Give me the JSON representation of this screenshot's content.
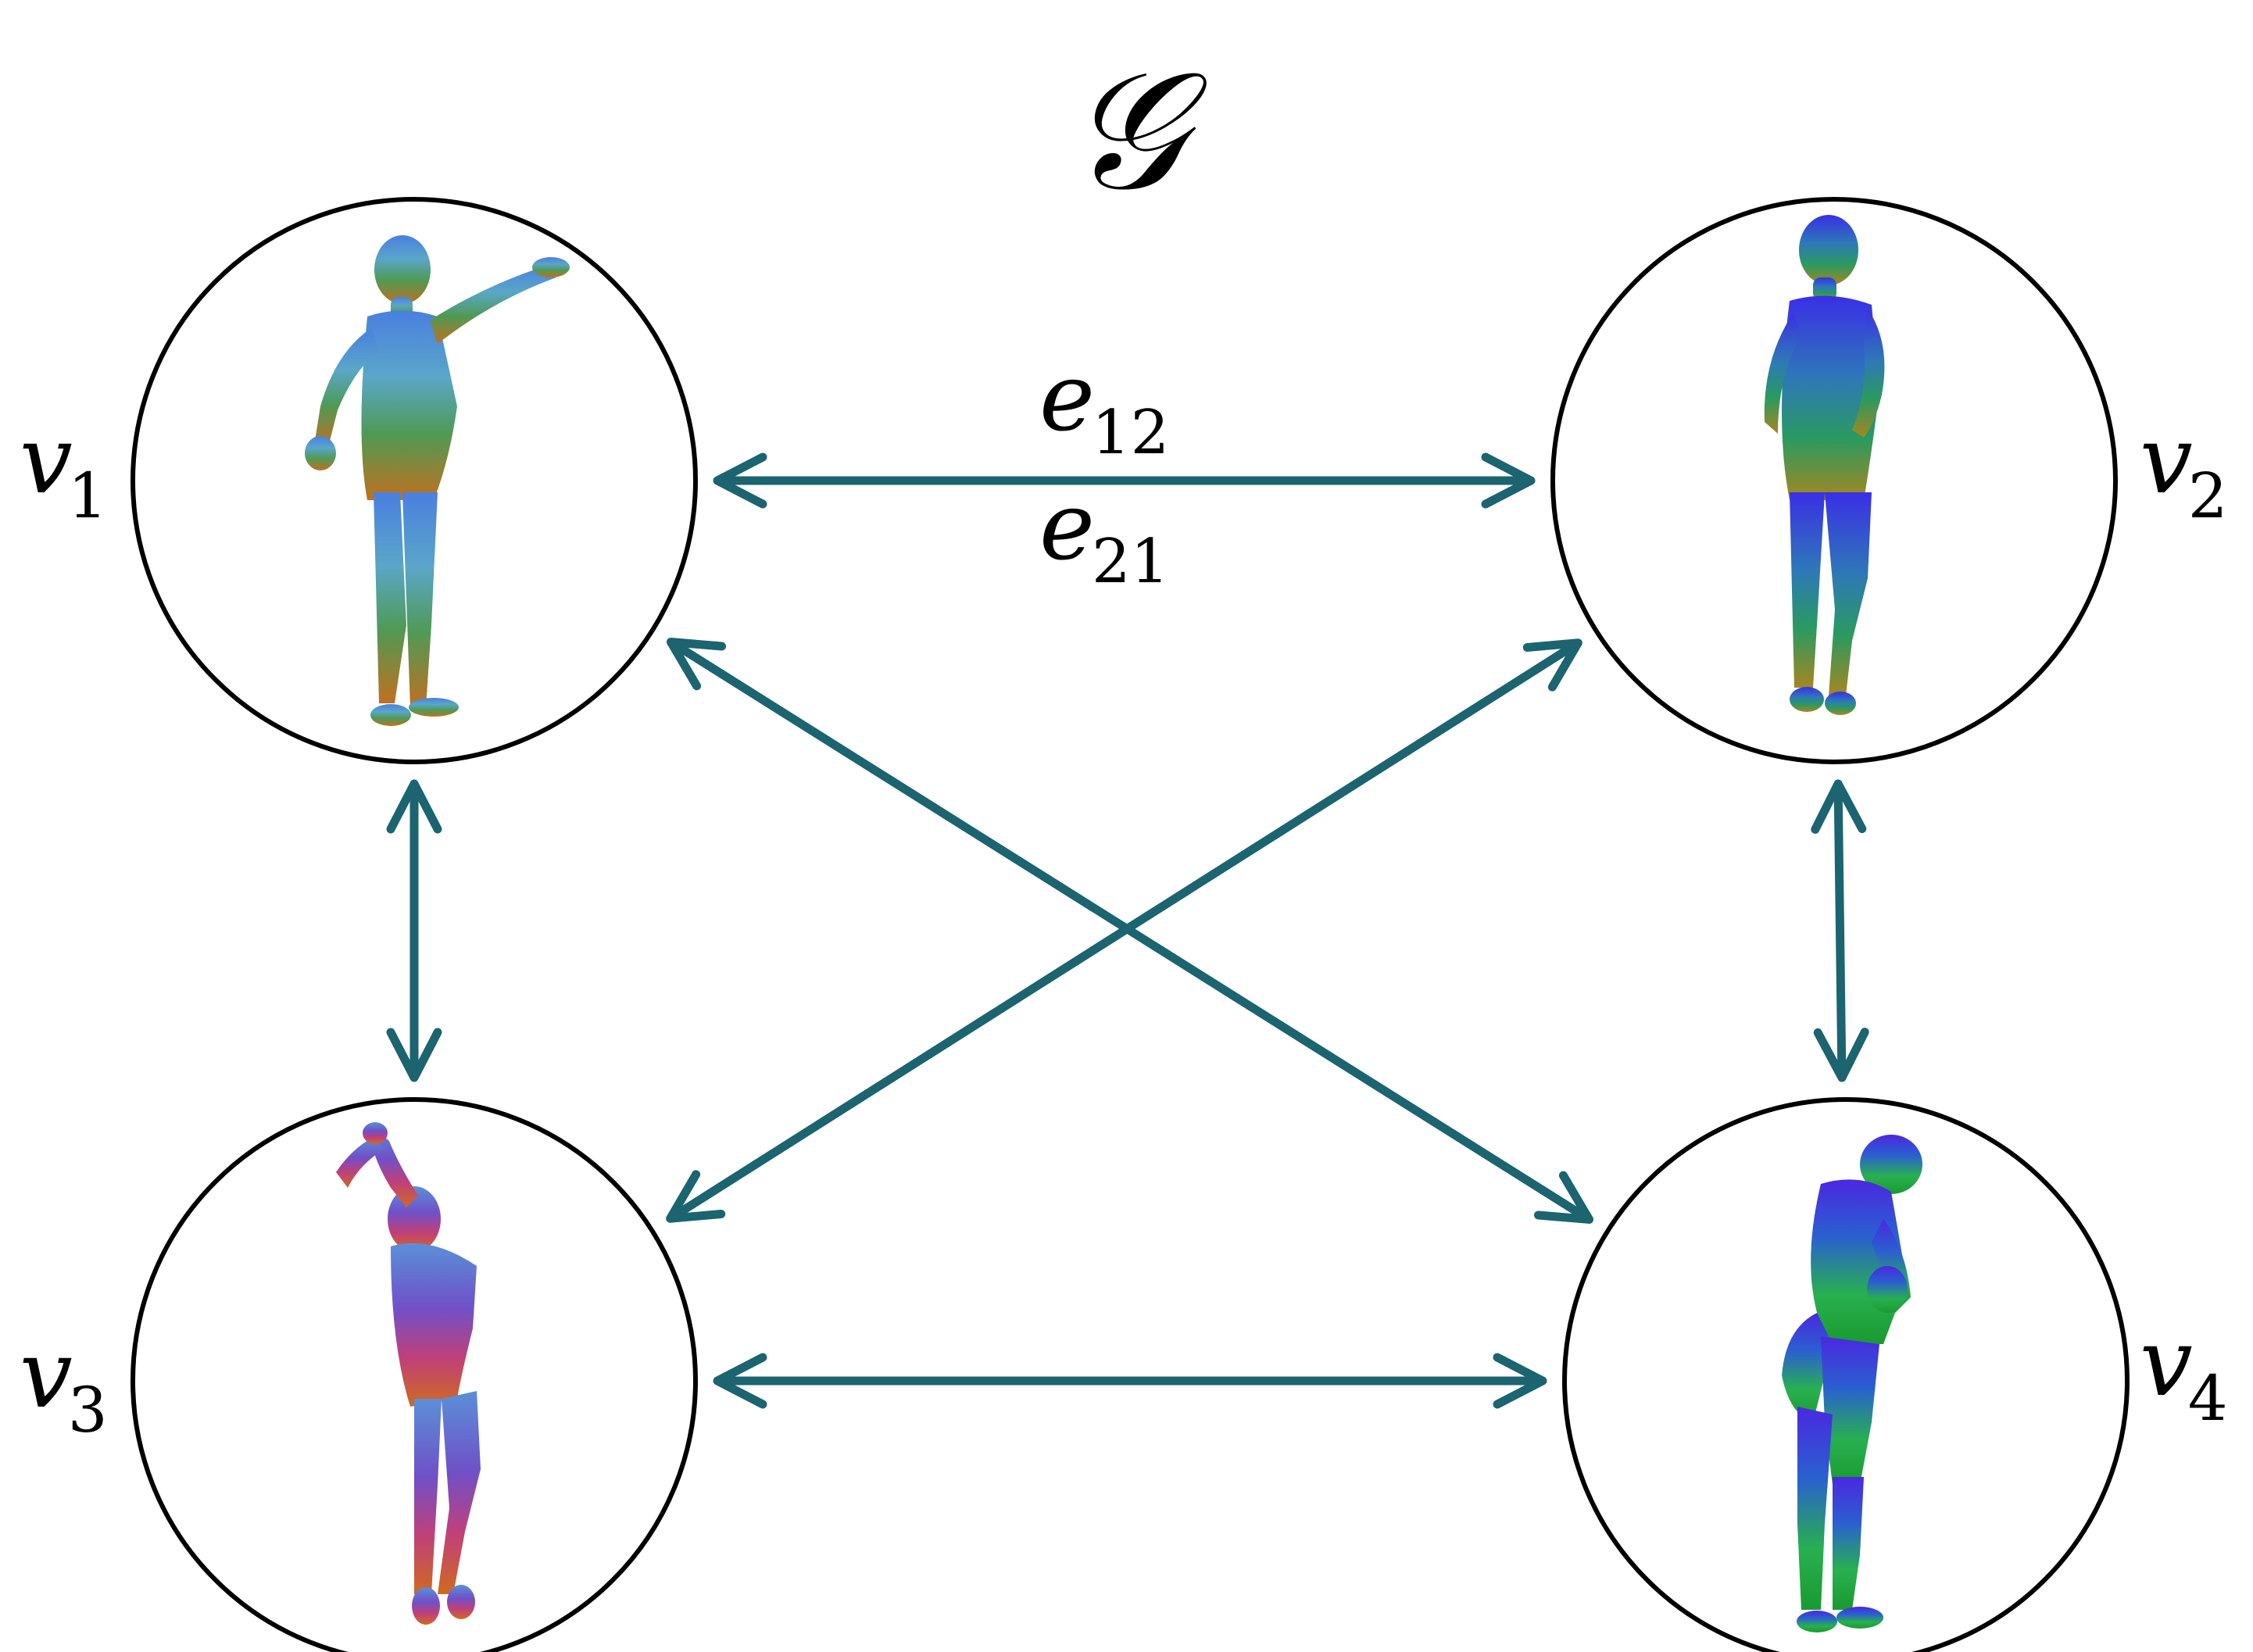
{
  "graph": {
    "title": "𝒢",
    "edge_color": "#1b6470",
    "node_stroke": "#000000",
    "nodes": [
      {
        "id": "v1",
        "label": "v",
        "sub": "1"
      },
      {
        "id": "v2",
        "label": "v",
        "sub": "2"
      },
      {
        "id": "v3",
        "label": "v",
        "sub": "3"
      },
      {
        "id": "v4",
        "label": "v",
        "sub": "4"
      }
    ],
    "edge_labels": [
      {
        "label": "e",
        "sub": "12"
      },
      {
        "label": "e",
        "sub": "21"
      }
    ],
    "edges": [
      {
        "from": "v1",
        "to": "v2",
        "bidirectional": true
      },
      {
        "from": "v1",
        "to": "v3",
        "bidirectional": true
      },
      {
        "from": "v1",
        "to": "v4",
        "bidirectional": true
      },
      {
        "from": "v2",
        "to": "v3",
        "bidirectional": true
      },
      {
        "from": "v2",
        "to": "v4",
        "bidirectional": true
      },
      {
        "from": "v3",
        "to": "v4",
        "bidirectional": true
      }
    ],
    "node_images": [
      {
        "node": "v1",
        "description": "human-figure-arm-raised-icon"
      },
      {
        "node": "v2",
        "description": "human-figure-standing-icon"
      },
      {
        "node": "v3",
        "description": "human-figure-stretching-icon"
      },
      {
        "node": "v4",
        "description": "human-figure-bending-icon"
      }
    ]
  }
}
